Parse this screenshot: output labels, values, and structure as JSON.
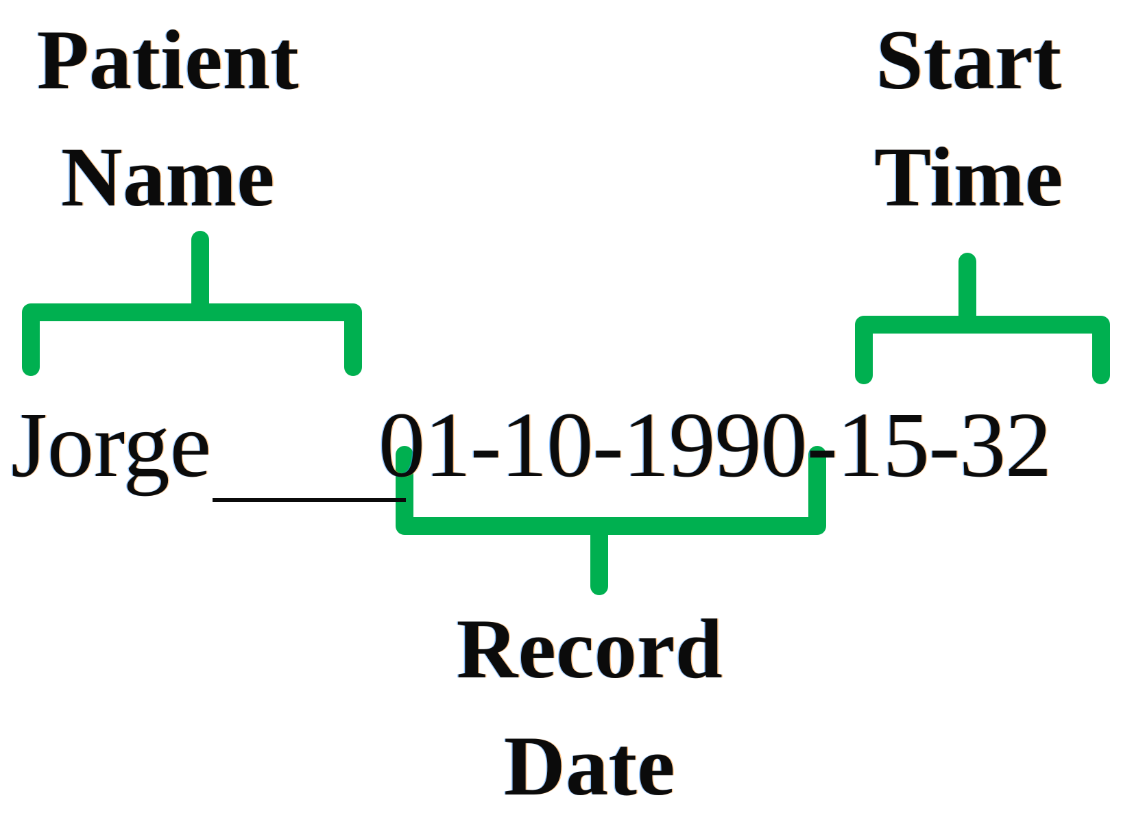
{
  "diagram": {
    "title_annotations": {
      "patient_name": {
        "line1": "Patient",
        "line2": "Name"
      },
      "start_time": {
        "line1": "Start",
        "line2": "Time"
      },
      "record_date": {
        "line1": "Record",
        "line2": "Date"
      }
    },
    "filename": {
      "full_value": "Jorge____01-10-1990-15-32",
      "patient_segment": "Jorge",
      "separator_segment": "____",
      "datetime_segment": "01-10-1990-15-32",
      "record_date_part": "01-10-1990",
      "start_time_part": "15-32"
    },
    "colors": {
      "brace_green": "#00B050",
      "text_black": "#0b0b0b",
      "background": "#ffffff"
    },
    "braces": [
      {
        "name": "patient-name-brace",
        "orientation": "up",
        "label": "Patient Name"
      },
      {
        "name": "start-time-brace",
        "orientation": "up",
        "label": "Start Time"
      },
      {
        "name": "record-date-brace",
        "orientation": "down",
        "label": "Record Date"
      }
    ]
  }
}
